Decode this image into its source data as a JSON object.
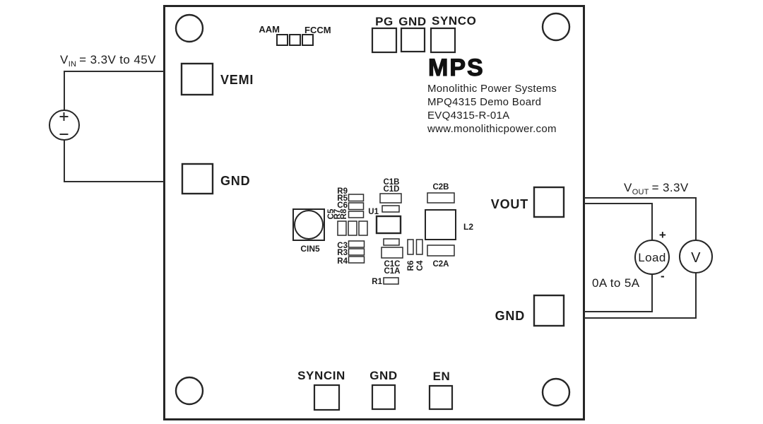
{
  "logo": {
    "text": "MPS"
  },
  "info": {
    "company": "Monolithic Power Systems",
    "product": "MPQ4315 Demo Board",
    "board_id": "EVQ4315-R-01A",
    "website": "www.monolithicpower.com"
  },
  "pads": {
    "pg": "PG",
    "gnd_top": "GND",
    "synco": "SYNCO",
    "vemi": "VEMI",
    "gnd_left": "GND",
    "vout": "VOUT",
    "gnd_right": "GND",
    "syncin": "SYNCIN",
    "gnd_bottom": "GND",
    "en": "EN"
  },
  "mode_select": {
    "left": "AAM",
    "right": "FCCM"
  },
  "components": {
    "cin5": "CIN5",
    "u1": "U1",
    "l2": "L2",
    "r9": "R9",
    "r5": "R5",
    "c6": "C6",
    "c5": "C5",
    "r7": "R7",
    "r8": "R8",
    "c3": "C3",
    "r3": "R3",
    "r4": "R4",
    "c1b": "C1B",
    "c1d": "C1D",
    "c1c": "C1C",
    "c1a": "C1A",
    "r1": "R1",
    "r6": "R6",
    "c4": "C4",
    "c2b": "C2B",
    "c2a": "C2A"
  },
  "source": {
    "label_sym": "V",
    "label_sub": "IN",
    "label_rest": "= 3.3V to 45V"
  },
  "output": {
    "label_sym": "V",
    "label_sub": "OUT",
    "label_rest": "= 3.3V"
  },
  "load": {
    "name": "Load",
    "range": "0A to 5A",
    "plus": "+",
    "minus": "-"
  },
  "meter": {
    "name": "V"
  }
}
